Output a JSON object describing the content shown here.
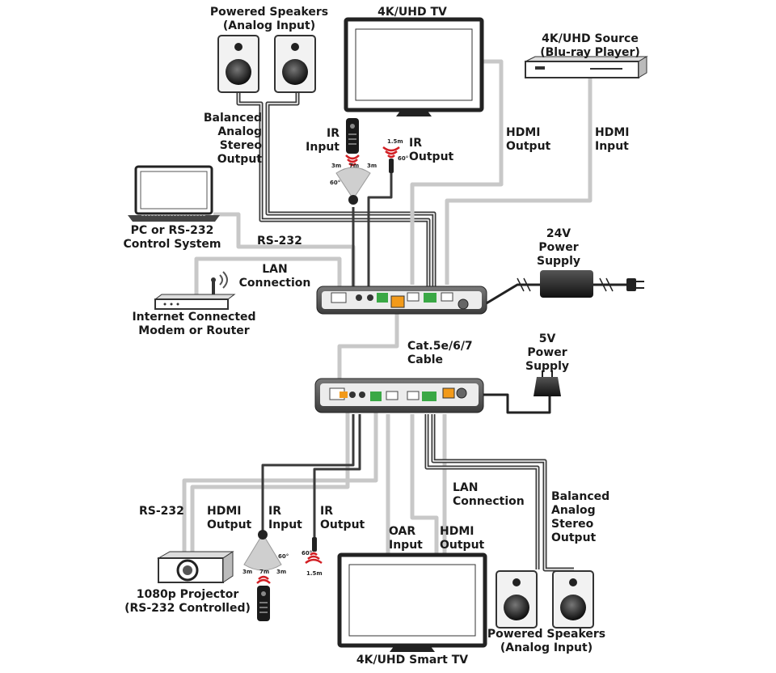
{
  "labels": {
    "powered_speakers_top": "Powered Speakers\n(Analog Input)",
    "tv_top": "4K/UHD TV",
    "source_top": "4K/UHD Source\n(Blu-ray Player)",
    "balanced_top": "Balanced\nAnalog\nStereo\nOutput",
    "ir_input_top": "IR\nInput",
    "ir_output_top": "IR\nOutput",
    "hdmi_output_top": "HDMI\nOutput",
    "hdmi_input_top": "HDMI\nInput",
    "pc_control": "PC or RS-232\nControl System",
    "rs232_top": "RS-232",
    "lan_top": "LAN\nConnection",
    "psu_24v": "24V\nPower\nSupply",
    "modem": "Internet Connected\nModem or Router",
    "cat_cable": "Cat.5e/6/7\nCable",
    "psu_5v": "5V\nPower\nSupply",
    "lan_bottom": "LAN\nConnection",
    "balanced_bottom": "Balanced\nAnalog\nStereo\nOutput",
    "rs232_bottom": "RS-232",
    "hdmi_output_bottom": "HDMI\nOutput",
    "ir_input_bottom": "IR\nInput",
    "ir_output_bottom": "IR\nOutput",
    "oar_input": "OAR\nInput",
    "hdmi_output_tv": "HDMI\nOutput",
    "projector": "1080p Projector\n(RS-232 Controlled)",
    "smart_tv": "4K/UHD Smart TV",
    "powered_speakers_bottom": "Powered Speakers\n(Analog Input)"
  },
  "ir_ranges": {
    "emitter_distance": "1.5m",
    "emitter_angle": "60°",
    "receiver_side": "3m",
    "receiver_center": "7m",
    "receiver_angle": "60°"
  },
  "colors": {
    "cable_dark": "#3a3a3a",
    "cable_light": "#c8c8c8",
    "device_body": "#5a5a5a",
    "ir_beam": "#d21e23",
    "terminal_green": "#3aa845"
  }
}
